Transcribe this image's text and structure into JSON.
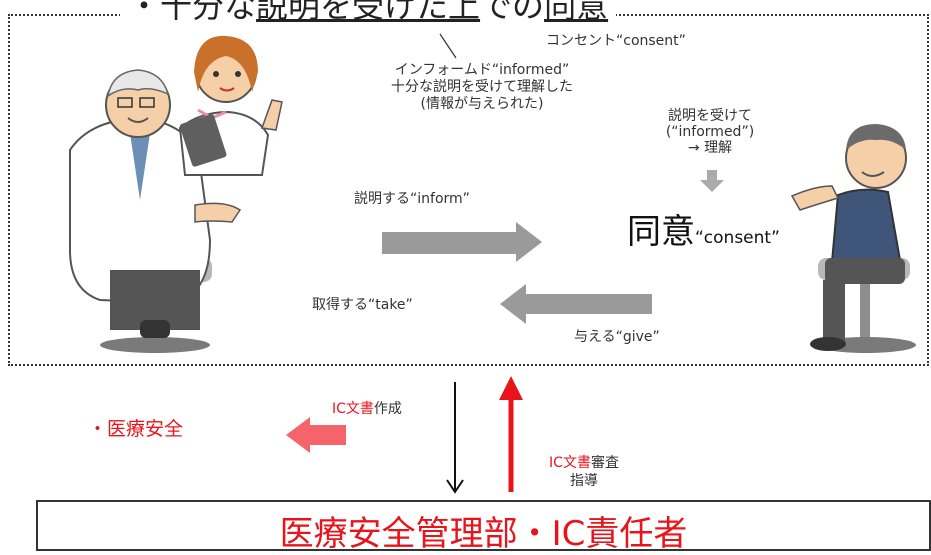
{
  "title": {
    "bullet": "・",
    "part1": "十分な",
    "part2": "説明を受けた上",
    "part3": "での",
    "part4": "同意"
  },
  "labels": {
    "consent_note": "コンセント“consent”",
    "informed_line1": "インフォームド“informed”",
    "informed_line2": "十分な説明を受けて理解した",
    "informed_line3": "(情報が与えられた)",
    "patient_line1": "説明を受けて",
    "patient_line2": "(“informed”)",
    "patient_line3": "→ 理解",
    "consent_big": "同意",
    "consent_small": "“consent”",
    "inform": "説明する“inform”",
    "take": "取得する“take”",
    "give": "与える“give”"
  },
  "lower": {
    "safety": "・医療安全",
    "ic_doc_red": "IC文書",
    "create": "作成",
    "review_red": "IC文書",
    "review": "審査",
    "guide": "指導",
    "bottom": "医療安全管理部・IC責任者"
  },
  "colors": {
    "arrow_gray": "#9a9a9a",
    "accent_red": "#e8141b",
    "pink_arrow": "#f4646a"
  }
}
